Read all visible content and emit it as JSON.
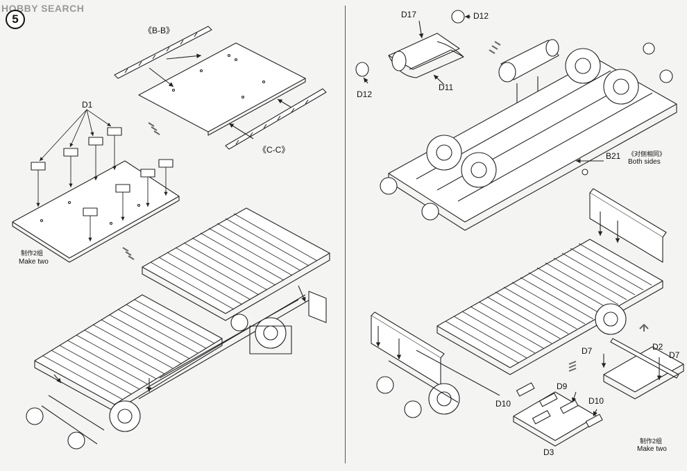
{
  "watermark": "HOBBY SEARCH",
  "step_number": "5",
  "labels": {
    "bb": "《B-B》",
    "cc": "《C-C》",
    "d1": "D1",
    "make_two_cn_left": "制作2组",
    "make_two_left": "Make two",
    "d17": "D17",
    "d12_top": "D12",
    "d12_left": "D12",
    "d11": "D11",
    "b21": "B21",
    "both_sides_cn": "《对侧相同》",
    "both_sides": "Both sides",
    "d7_left": "D7",
    "d2": "D2",
    "d7_right": "D7",
    "d9": "D9",
    "d10_left": "D10",
    "d10_right": "D10",
    "d3": "D3",
    "make_two_cn_right": "制作2组",
    "make_two_right": "Make two"
  }
}
